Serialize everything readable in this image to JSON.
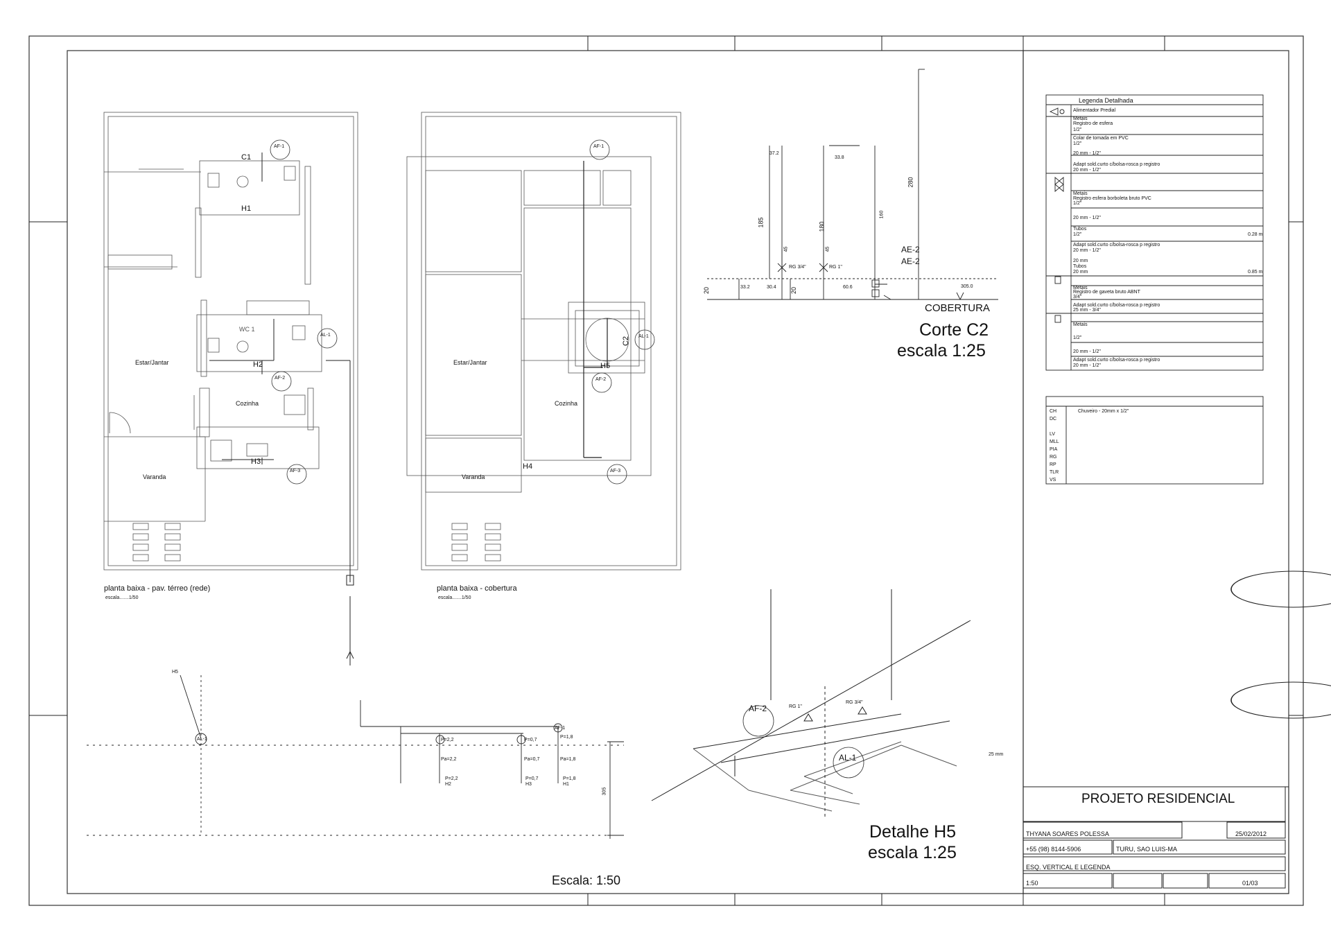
{
  "plan_terreo": {
    "title": "planta baixa - pav. térreo (rede)",
    "scale": "escala.......1/50",
    "rooms": [
      "Estar/Jantar",
      "Cozinha",
      "Varanda",
      "WC 1"
    ],
    "labels": [
      "C1",
      "H1",
      "H2",
      "H3"
    ],
    "tags": [
      "AF-1",
      "AL-1",
      "AF-2",
      "AF-3"
    ]
  },
  "plan_cobertura": {
    "title": "planta baixa - cobertura",
    "scale": "escala.......1/50",
    "rooms": [
      "Estar/Jantar",
      "Cozinha",
      "Varanda"
    ],
    "labels": [
      "H5",
      "H4",
      "C2"
    ],
    "tags": [
      "AF-1",
      "AF-2",
      "AL-1",
      "AF-3"
    ]
  },
  "corte_c2": {
    "title": "Corte C2",
    "scale": "escala 1:25",
    "level": "COBERTURA",
    "tags": [
      "AE-2",
      "AE-2"
    ],
    "dims": [
      "280",
      "185",
      "180",
      "160",
      "20",
      "20",
      "37.2",
      "33.8",
      "33.2",
      "30.4",
      "60.6",
      "305.0",
      "45",
      "45"
    ],
    "rg": [
      "RG 3/4\"",
      "RG 1\""
    ]
  },
  "detalhe_h5": {
    "title": "Detalhe H5",
    "scale": "escala 1:25",
    "tags": [
      "AF-2",
      "AL-1"
    ],
    "rg": [
      "RG 1\"",
      "RG 3/4\""
    ],
    "pipe": "25 mm"
  },
  "vertical": {
    "scale_title": "Escala: 1:50",
    "pressures": [
      "P=2,2",
      "Pa=2,2",
      "P=2,2",
      "H2",
      "P=0,7",
      "Pa=0,7",
      "P=0,7",
      "H3",
      "P=1,8",
      "Pa=1,8",
      "P=1,8",
      "H1"
    ],
    "tags": [
      "H5",
      "AL-1",
      "AF-1"
    ],
    "dim": "305"
  },
  "legend": {
    "title": "Legenda Detalhada",
    "rows": [
      "Alimentador Predial",
      "Metais",
      "Registro de esfera",
      "1/2\"",
      "Colar de tomada em PVC",
      "1/2\"",
      "20 mm - 1/2\"",
      "Adapt sold.curto c/bolsa-rosca p registro",
      "20 mm - 1/2\"",
      "Metais",
      "Registro esfera borboleta bruto PVC",
      "1/2\"",
      "20 mm - 1/2\"",
      "Tubos",
      "1/2\"",
      "0.28 m",
      "Adapt sold.curto c/bolsa-rosca p registro",
      "20 mm - 1/2\"",
      "20 mm",
      "Tubos",
      "20 mm",
      "0.85 m",
      "Metais",
      "Registro de gaveta bruto ABNT",
      "3/4\"",
      "Adapt sold.curto c/bolsa-rosca p registro",
      "25 mm - 3/4\"",
      "Metais",
      "1/2\"",
      "20 mm - 1/2\"",
      "Adapt sold.curto c/bolsa-rosca p registro",
      "20 mm - 1/2\""
    ]
  },
  "abbrev": {
    "items": [
      {
        "code": "CH",
        "desc": "Chuveiro - 20mm x 1/2\""
      },
      {
        "code": "DC",
        "desc": ""
      },
      {
        "code": "LV",
        "desc": ""
      },
      {
        "code": "MLL",
        "desc": ""
      },
      {
        "code": "PIA",
        "desc": ""
      },
      {
        "code": "RG",
        "desc": ""
      },
      {
        "code": "RP",
        "desc": ""
      },
      {
        "code": "TLR",
        "desc": ""
      },
      {
        "code": "VS",
        "desc": ""
      }
    ]
  },
  "titleblock": {
    "project": "PROJETO RESIDENCIAL",
    "author": "THYANA SOARES POLESSA",
    "date": "25/02/2012",
    "phone": "+55 (98) 8144-5906",
    "location": "TURU, SAO LUIS-MA",
    "sheet_title": "ESQ. VERTICAL E LEGENDA",
    "scale": "1:50",
    "sheet": "01/03"
  }
}
